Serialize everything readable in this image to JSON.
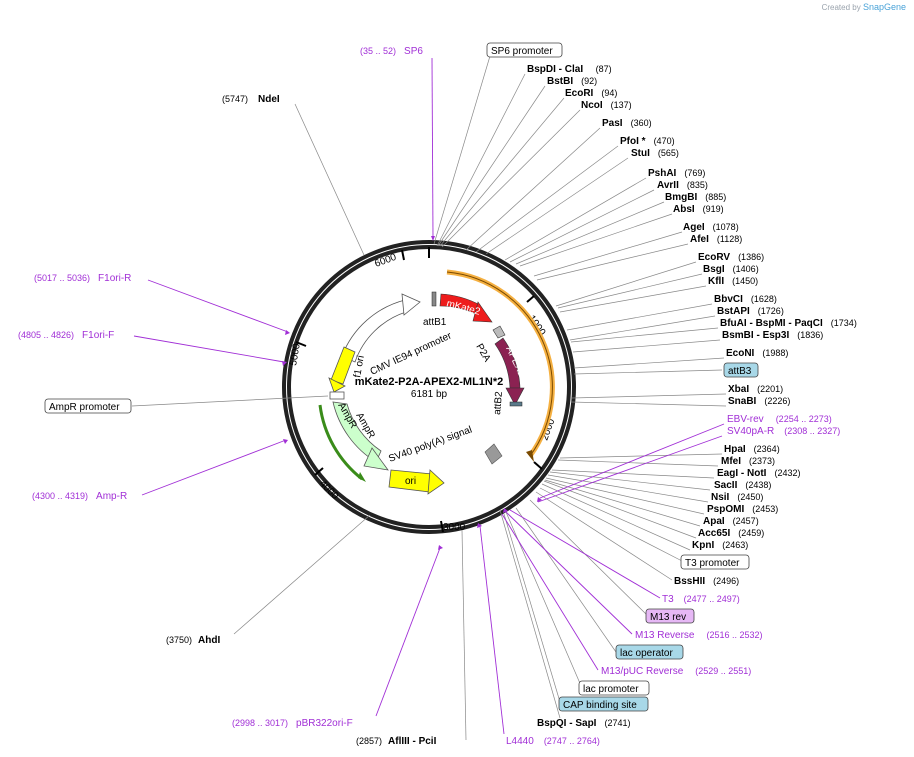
{
  "credit": {
    "prefix": "Created by",
    "brand": "SnapGene"
  },
  "plasmid": {
    "name": "mKate2-P2A-APEX2-ML1N*2",
    "size": "6181 bp"
  },
  "ticks": [
    "1000",
    "2000",
    "3000",
    "4000",
    "5000",
    "6000"
  ],
  "features": {
    "mKate2": "mKate2",
    "APEX2": "APEX2",
    "P2A": "P2A",
    "attB1": "attB1",
    "attB2": "attB2",
    "CMV": "CMV IE94 promoter",
    "f1ori": "f1 ori",
    "AmpR": "AmpR",
    "SV40": "SV40 poly(A) signal",
    "ori": "ori"
  },
  "enzymes": [
    {
      "name": "NdeI",
      "pos": "(5747)"
    },
    {
      "name": "BspDI",
      "sep": " - ",
      "name2": "ClaI",
      "pos": "(87)"
    },
    {
      "name": "BstBI",
      "pos": "(92)"
    },
    {
      "name": "EcoRI",
      "pos": "(94)"
    },
    {
      "name": "NcoI",
      "pos": "(137)"
    },
    {
      "name": "PasI",
      "pos": "(360)"
    },
    {
      "name": "PfoI *",
      "pos": "(470)"
    },
    {
      "name": "StuI",
      "pos": "(565)"
    },
    {
      "name": "PshAI",
      "pos": "(769)"
    },
    {
      "name": "AvrII",
      "pos": "(835)"
    },
    {
      "name": "BmgBI",
      "pos": "(885)"
    },
    {
      "name": "AbsI",
      "pos": "(919)"
    },
    {
      "name": "AgeI",
      "pos": "(1078)"
    },
    {
      "name": "AfeI",
      "pos": "(1128)"
    },
    {
      "name": "EcoRV",
      "pos": "(1386)"
    },
    {
      "name": "BsgI",
      "pos": "(1406)"
    },
    {
      "name": "KflI",
      "pos": "(1450)"
    },
    {
      "name": "BbvCI",
      "pos": "(1628)"
    },
    {
      "name": "BstAPI",
      "pos": "(1726)"
    },
    {
      "name": "BfuAI",
      "sep": " - ",
      "name2": "BspMI",
      "sep2": " - ",
      "name3": "PaqCI",
      "pos": "(1734)"
    },
    {
      "name": "BsmBI",
      "sep": " - ",
      "name2": "Esp3I",
      "pos": "(1836)"
    },
    {
      "name": "EcoNI",
      "pos": "(1988)"
    },
    {
      "name": "XbaI",
      "pos": "(2201)"
    },
    {
      "name": "SnaBI",
      "pos": "(2226)"
    },
    {
      "name": "HpaI",
      "pos": "(2364)"
    },
    {
      "name": "MfeI",
      "pos": "(2373)"
    },
    {
      "name": "EagI",
      "sep": " - ",
      "name2": "NotI",
      "pos": "(2432)"
    },
    {
      "name": "SacII",
      "pos": "(2438)"
    },
    {
      "name": "NsiI",
      "pos": "(2450)"
    },
    {
      "name": "PspOMI",
      "pos": "(2453)"
    },
    {
      "name": "ApaI",
      "pos": "(2457)"
    },
    {
      "name": "Acc65I",
      "pos": "(2459)"
    },
    {
      "name": "KpnI",
      "pos": "(2463)"
    },
    {
      "name": "BssHII",
      "pos": "(2496)"
    },
    {
      "name": "BspQI",
      "sep": " - ",
      "name2": "SapI",
      "pos": "(2741)"
    },
    {
      "name": "AflIII",
      "sep": " - ",
      "name2": "PciI",
      "pos": "(2857)"
    },
    {
      "name": "AhdI",
      "pos": "(3750)"
    }
  ],
  "primers": [
    {
      "name": "SP6",
      "pos": "(35 .. 52)"
    },
    {
      "name": "F1ori-R",
      "pos": "(5017 .. 5036)"
    },
    {
      "name": "F1ori-F",
      "pos": "(4805 .. 4826)"
    },
    {
      "name": "Amp-R",
      "pos": "(4300 .. 4319)"
    },
    {
      "name": "EBV-rev",
      "pos": "(2254 .. 2273)"
    },
    {
      "name": "SV40pA-R",
      "pos": "(2308 .. 2327)"
    },
    {
      "name": "T3",
      "pos": "(2477 .. 2497)"
    },
    {
      "name": "M13 Reverse",
      "pos": "(2516 .. 2532)"
    },
    {
      "name": "M13/pUC Reverse",
      "pos": "(2529 .. 2551)"
    },
    {
      "name": "pBR322ori-F",
      "pos": "(2998 .. 3017)"
    },
    {
      "name": "L4440",
      "pos": "(2747 .. 2764)"
    }
  ],
  "boxed": [
    {
      "name": "SP6 promoter"
    },
    {
      "name": "attB3"
    },
    {
      "name": "T3 promoter"
    },
    {
      "name": "M13 rev"
    },
    {
      "name": "lac operator"
    },
    {
      "name": "lac promoter"
    },
    {
      "name": "CAP binding site"
    },
    {
      "name": "AmpR promoter"
    }
  ],
  "colors": {
    "mKate2": "#ee1c1c",
    "APEX2": "#8b2252",
    "ori": "#ffff00",
    "AmpR": "#ccffcc",
    "promoter": "#ffffff",
    "primer": "#a12fd6",
    "attB3_box": "#a8d8e8",
    "M13rev_box": "#e6b8f5",
    "lacop_box": "#a8d8e8",
    "cap_box": "#a8d8e8",
    "orange_arc": "#f5b041",
    "green_arc": "#3a8c1a"
  }
}
